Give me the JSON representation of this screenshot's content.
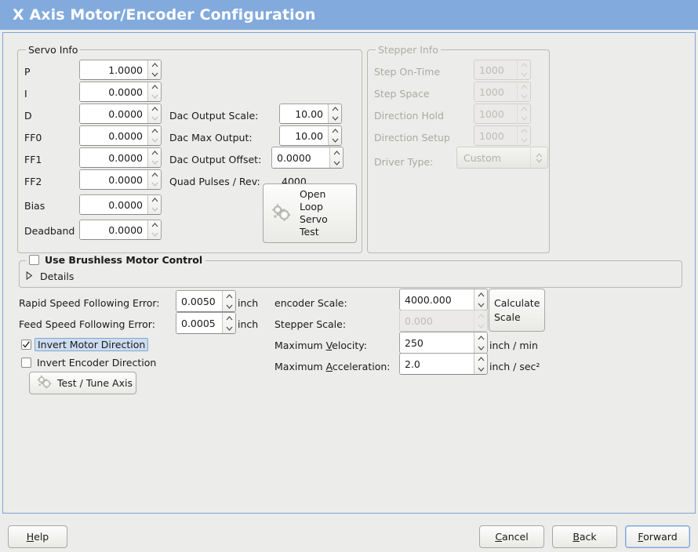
{
  "window": {
    "title": "X Axis Motor/Encoder Configuration",
    "accent": "#82aadd"
  },
  "servo": {
    "title": "Servo Info",
    "rows": [
      {
        "label": "P",
        "value": "1.0000"
      },
      {
        "label": "I",
        "value": "0.0000"
      },
      {
        "label": "D",
        "value": "0.0000"
      },
      {
        "label": "FF0",
        "value": "0.0000"
      },
      {
        "label": "FF1",
        "value": "0.0000"
      },
      {
        "label": "FF2",
        "value": "0.0000"
      },
      {
        "label": "Bias",
        "value": "0.0000"
      },
      {
        "label": "Deadband",
        "value": "0.0000"
      }
    ],
    "dac_output_scale_label": "Dac Output Scale:",
    "dac_output_scale_value": "10.00",
    "dac_max_output_label": "Dac Max Output:",
    "dac_max_output_value": "10.00",
    "dac_output_offset_label": "Dac Output Offset:",
    "dac_output_offset_value": "0.0000",
    "quad_pulses_label": "Quad Pulses / Rev:",
    "quad_pulses_value": "4000",
    "open_loop_button": {
      "line1": "Open",
      "line2": "Loop",
      "line3": "Servo",
      "line4": "Test"
    }
  },
  "stepper": {
    "title": "Stepper Info",
    "rows": [
      {
        "label": "Step On-Time",
        "value": "1000"
      },
      {
        "label": "Step Space",
        "value": "1000"
      },
      {
        "label": "Direction Hold",
        "value": "1000"
      },
      {
        "label": "Direction Setup",
        "value": "1000"
      }
    ],
    "driver_type_label": "Driver Type:",
    "driver_type_value": "Custom"
  },
  "brushless": {
    "checkbox_label": "Use Brushless Motor Control",
    "checked": false,
    "details_label": "Details",
    "details_expanded": false
  },
  "tuning": {
    "rapid_error_label": "Rapid Speed Following Error:",
    "rapid_error_value": "0.0050",
    "rapid_error_unit": "inch",
    "feed_error_label": "Feed Speed Following Error:",
    "feed_error_value": "0.0005",
    "feed_error_unit": "inch",
    "invert_motor_label": "Invert Motor Direction",
    "invert_motor_checked": true,
    "invert_encoder_label": "Invert Encoder Direction",
    "invert_encoder_checked": false,
    "test_tune_label": "Test / Tune Axis"
  },
  "scales": {
    "encoder_scale_label": "encoder Scale:",
    "encoder_scale_value": "4000.000",
    "stepper_scale_label": "Stepper Scale:",
    "stepper_scale_value": "0.000",
    "calculate_scale_line1": "Calculate",
    "calculate_scale_line2": "Scale",
    "max_velocity_label_pre": "Maximum ",
    "max_velocity_label_mn": "V",
    "max_velocity_label_post": "elocity:",
    "max_velocity_value": "250",
    "max_velocity_unit": "inch / min",
    "max_accel_label_pre": "Maximum ",
    "max_accel_label_mn": "A",
    "max_accel_label_post": "cceleration:",
    "max_accel_value": "2.0",
    "max_accel_unit": "inch / sec²"
  },
  "footer": {
    "help_mn": "H",
    "help_rest": "elp",
    "cancel_mn": "C",
    "cancel_rest": "ancel",
    "back_mn": "B",
    "back_rest": "ack",
    "forward_mn": "F",
    "forward_rest": "orward"
  }
}
